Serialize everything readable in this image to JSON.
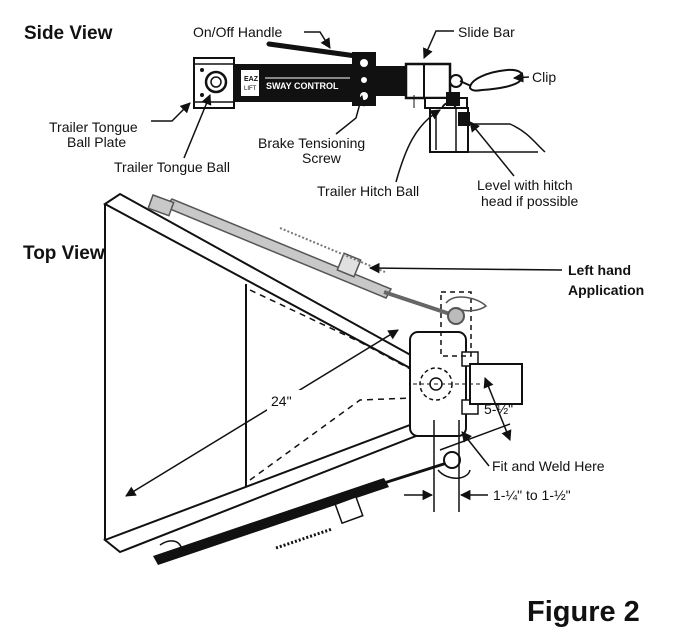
{
  "headings": {
    "side_view": "Side View",
    "top_view": "Top View",
    "figure": "Figure 2"
  },
  "side_labels": {
    "on_off_handle": "On/Off Handle",
    "slide_bar": "Slide Bar",
    "clip": "Clip",
    "ball_plate_line1": "Trailer Tongue",
    "ball_plate_line2": "Ball Plate",
    "brake_screw_line1": "Brake Tensioning",
    "brake_screw_line2": "Screw",
    "tongue_ball": "Trailer Tongue Ball",
    "hitch_ball": "Trailer Hitch Ball",
    "level_line1": "Level with hitch",
    "level_line2": "head if possible"
  },
  "unit_markings": {
    "brand": "EAZ",
    "brand_sub": "LIFT",
    "product": "SWAY CONTROL"
  },
  "top_labels": {
    "left_hand_line1": "Left hand",
    "left_hand_line2": "Application",
    "fit_weld": "Fit and Weld Here"
  },
  "dimensions": {
    "length": "24\"",
    "offset": "5-½\"",
    "clearance": "1-¼\" to 1-½\""
  }
}
